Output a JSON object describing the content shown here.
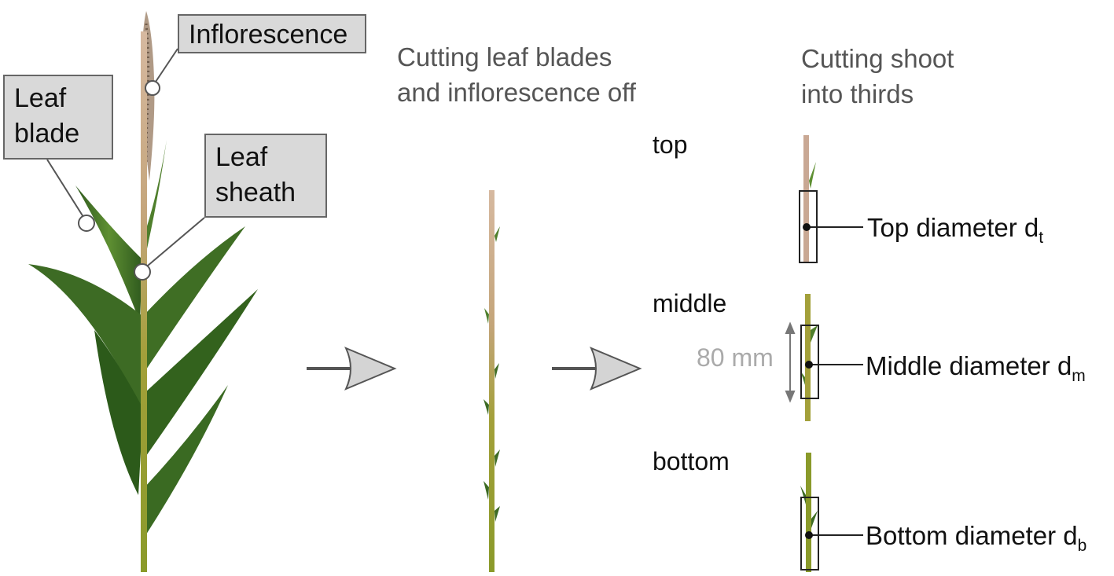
{
  "callouts": {
    "inflorescence": "Inflorescence",
    "leaf_blade": [
      "Leaf",
      "blade"
    ],
    "leaf_sheath": [
      "Leaf",
      "sheath"
    ]
  },
  "steps": {
    "step1": [
      "Cutting leaf blades",
      "and inflorescence off"
    ],
    "step2": [
      "Cutting shoot",
      "into thirds"
    ]
  },
  "thirds": {
    "top": "top",
    "middle": "middle",
    "bottom": "bottom"
  },
  "diameters": {
    "top": {
      "text": "Top diameter d",
      "sub": "t"
    },
    "middle": {
      "text": "Middle diameter d",
      "sub": "m"
    },
    "bottom": {
      "text": "Bottom diameter d",
      "sub": "b"
    }
  },
  "measurement": {
    "length": "80 mm"
  },
  "colors": {
    "stem_green": "#8a9a2a",
    "stem_tan": "#c4a57a",
    "leaf_dark": "#2f5a1e",
    "leaf_light": "#5e8f32",
    "arrow_fill": "#d4d4d4",
    "arrow_stroke": "#555555",
    "callout_fill": "#d9d9d9",
    "dimension_gray": "#aaaaaa"
  }
}
